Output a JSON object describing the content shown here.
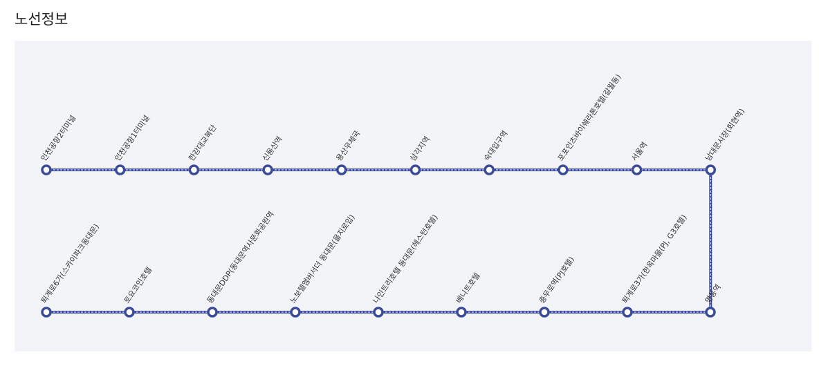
{
  "page": {
    "title": "노선정보"
  },
  "route": {
    "line_color": "#3b4b9a",
    "stop_fill": "#ffffff",
    "upper_row": [
      "인천공항2터미널",
      "인천공항1터미널",
      "한강대교북단",
      "신용산역",
      "용산우체국",
      "삼각지역",
      "숙대입구역",
      "포포인츠바이쉐라톤호텔(갈월동)",
      "서울역",
      "남대문시장(회현역)"
    ],
    "lower_row": [
      "퇴계로6가(스카이파크동대문)",
      "토요코인호텔",
      "동대문DDP(동대문역사문화공원역",
      "노보텔앰버서더 동대문(을지로입)",
      "나인트리호텔 동대문(헤스턴호텔)",
      "베니트호텔",
      "충무로역(PJ호텔)",
      "퇴계로3가(한옥마을(PJ, G3호텔)",
      "명동역"
    ]
  }
}
